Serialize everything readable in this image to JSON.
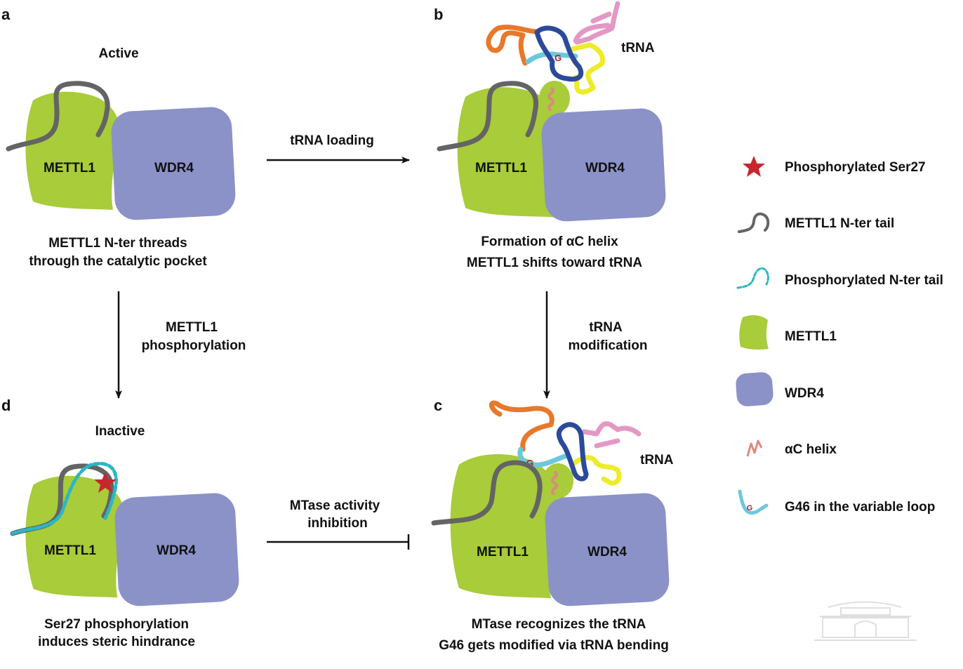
{
  "colors": {
    "mettl1": "#a8cc3a",
    "wdr4": "#8a92c8",
    "tail": "#646464",
    "phospho_tail": "#2bb7c4",
    "star": "#c8262e",
    "helix": "#dc8a80",
    "g46_loop": "#6cc8dc",
    "trna_orange": "#e8782a",
    "trna_blue": "#2c4a9c",
    "trna_pink": "#e498c4",
    "trna_yellow": "#ecec2a"
  },
  "panels": {
    "a": {
      "letter": "a",
      "state": "Active",
      "mettl1": "METTL1",
      "wdr4": "WDR4",
      "caption": [
        "METTL1 N-ter threads",
        "through the catalytic pocket"
      ]
    },
    "b": {
      "letter": "b",
      "trna": "tRNA",
      "g": "G",
      "mettl1": "METTL1",
      "wdr4": "WDR4",
      "caption": [
        "Formation of αC helix",
        "METTL1 shifts toward tRNA"
      ]
    },
    "c": {
      "letter": "c",
      "trna": "tRNA",
      "g": "G",
      "mettl1": "METTL1",
      "wdr4": "WDR4",
      "caption": [
        "MTase recognizes the tRNA",
        "G46 gets modified via tRNA bending"
      ]
    },
    "d": {
      "letter": "d",
      "state": "Inactive",
      "mettl1": "METTL1",
      "wdr4": "WDR4",
      "caption": [
        "Ser27 phosphorylation",
        "induces steric hindrance"
      ]
    }
  },
  "arrows": {
    "a_to_b": [
      "tRNA loading"
    ],
    "a_to_d": [
      "METTL1",
      "phosphorylation"
    ],
    "b_to_c": [
      "tRNA",
      "modification"
    ],
    "d_inhibits_c": [
      "MTase activity",
      "inhibition"
    ]
  },
  "legend": [
    {
      "icon": "star-icon",
      "label": "Phosphorylated Ser27"
    },
    {
      "icon": "tail-icon",
      "label": "METTL1 N-ter tail"
    },
    {
      "icon": "dashed-tail-icon",
      "label": "Phosphorylated N-ter tail"
    },
    {
      "icon": "mettl1-blob-icon",
      "label": "METTL1"
    },
    {
      "icon": "wdr4-blob-icon",
      "label": "WDR4"
    },
    {
      "icon": "helix-icon",
      "label": "αC helix"
    },
    {
      "icon": "g46-loop-icon",
      "label": "G46 in the variable loop"
    },
    {
      "icon": "g46-letter",
      "label": "G"
    }
  ]
}
